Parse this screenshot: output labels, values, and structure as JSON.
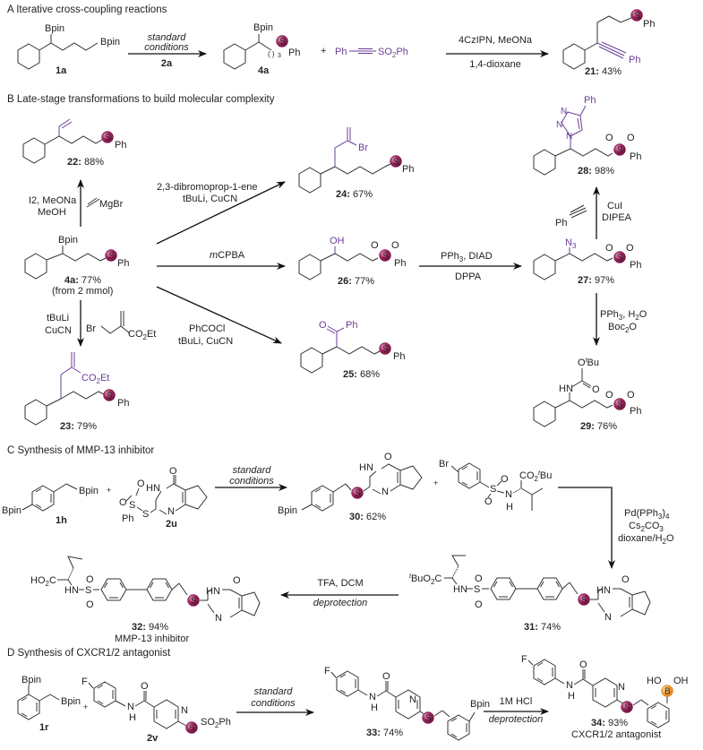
{
  "colors": {
    "sulfur_sphere": "#9c1f5e",
    "boron_sphere": "#f5a623",
    "highlight_text": "#6a3d9a",
    "arrow": "#111111"
  },
  "sections": {
    "A": {
      "title": "A Iterative cross-coupling reactions",
      "start_label": "1a",
      "start_groups": [
        "Bpin",
        "Bpin"
      ],
      "step1_conditions": [
        "standard",
        "conditions"
      ],
      "step1_reagent": "2a",
      "intermediate_label": "4a",
      "intermediate_groups": [
        "Bpin",
        "S",
        "Ph",
        "( )3"
      ],
      "plus": "+",
      "coreagent": "Ph",
      "coreagent_tail": "SO2Ph",
      "step2_conditions": [
        "4CzIPN, MeONa",
        "1,4-dioxane"
      ],
      "product": {
        "label": "21:",
        "yield": "43%",
        "groups": [
          "S",
          "Ph",
          "Ph"
        ]
      }
    },
    "B": {
      "title": "B Late-stage transformations to build molecular complexity",
      "start": {
        "label": "4a:",
        "yield": "77%",
        "note": "(from 2 mmol)",
        "groups": [
          "Bpin",
          "S",
          "Ph"
        ]
      },
      "p22": {
        "label": "22:",
        "yield": "88%",
        "conditions": [
          "I2, MeONa",
          "MeOH"
        ],
        "reagent": "MgBr"
      },
      "p24": {
        "label": "24:",
        "yield": "67%",
        "conditions": [
          "2,3-dibromoprop-1-ene",
          "tBuLi, CuCN"
        ],
        "group": "Br"
      },
      "p26": {
        "label": "26:",
        "yield": "77%",
        "conditions": [
          "mCPBA"
        ],
        "group": "OH"
      },
      "p25": {
        "label": "25:",
        "yield": "68%",
        "conditions": [
          "PhCOCl",
          "tBuLi, CuCN"
        ],
        "groups": [
          "O",
          "Ph"
        ]
      },
      "p23": {
        "label": "23:",
        "yield": "79%",
        "conditions": [
          "tBuLi",
          "CuCN"
        ],
        "reagent_groups": [
          "Br",
          "CO2Et"
        ],
        "group": "CO2Et"
      },
      "p27": {
        "label": "27:",
        "yield": "97%",
        "conditions": [
          "PPh3, DIAD",
          "DPPA"
        ],
        "group": "N3"
      },
      "p28": {
        "label": "28:",
        "yield": "98%",
        "conditions": [
          "CuI",
          "DIPEA"
        ],
        "reagent": "Ph",
        "groups": [
          "Ph",
          "N",
          "N",
          "N"
        ]
      },
      "p29": {
        "label": "29:",
        "yield": "76%",
        "conditions": [
          "PPh3, H2O",
          "Boc2O"
        ],
        "groups": [
          "OtBu",
          "HN",
          "O"
        ]
      }
    },
    "C": {
      "title": "C  Synthesis of MMP-13 inhibitor",
      "s1h": {
        "label": "1h",
        "groups": [
          "Bpin",
          "Bpin"
        ]
      },
      "s2u": {
        "label": "2u",
        "groups": [
          "O",
          "O",
          "S",
          "S",
          "Ph",
          "HN",
          "N",
          "O"
        ]
      },
      "step1_conditions": [
        "standard",
        "conditions"
      ],
      "p30": {
        "label": "30:",
        "yield": "62%",
        "groups": [
          "Bpin",
          "HN",
          "N",
          "O"
        ]
      },
      "coreagent_groups": [
        "Br",
        "O",
        "O",
        "S",
        "N",
        "H",
        "CO2tBu"
      ],
      "step2_conditions": [
        "Pd(PPh3)4",
        "Cs2CO3",
        "dioxane/H2O"
      ],
      "p31": {
        "label": "31:",
        "yield": "74%",
        "groups": [
          "tBuO2C",
          "HN",
          "S",
          "O",
          "O",
          "HN",
          "N",
          "O"
        ]
      },
      "step3_conditions": [
        "TFA, DCM",
        "deprotection"
      ],
      "p32": {
        "label": "32:",
        "yield": "94%",
        "note": "MMP-13 inhibitor",
        "groups": [
          "HO2C",
          "HN",
          "S",
          "O",
          "O",
          "HN",
          "N",
          "O"
        ]
      }
    },
    "D": {
      "title": "D Synthesis of CXCR1/2 antagonist",
      "s1r": {
        "label": "1r",
        "groups": [
          "Bpin",
          "Bpin"
        ]
      },
      "s2v": {
        "label": "2v",
        "groups": [
          "F",
          "O",
          "N",
          "H",
          "N",
          "SO2Ph"
        ]
      },
      "plus": "+",
      "step1_conditions": [
        "standard",
        "conditions"
      ],
      "p33": {
        "label": "33:",
        "yield": "74%",
        "groups": [
          "F",
          "O",
          "N",
          "H",
          "N",
          "Bpin"
        ]
      },
      "step2_conditions": [
        "1M HCl",
        "deprotection"
      ],
      "p34": {
        "label": "34:",
        "yield": "93%",
        "note": "CXCR1/2 antagonist",
        "groups": [
          "F",
          "O",
          "N",
          "H",
          "N",
          "HO",
          "B",
          "OH"
        ]
      }
    }
  }
}
